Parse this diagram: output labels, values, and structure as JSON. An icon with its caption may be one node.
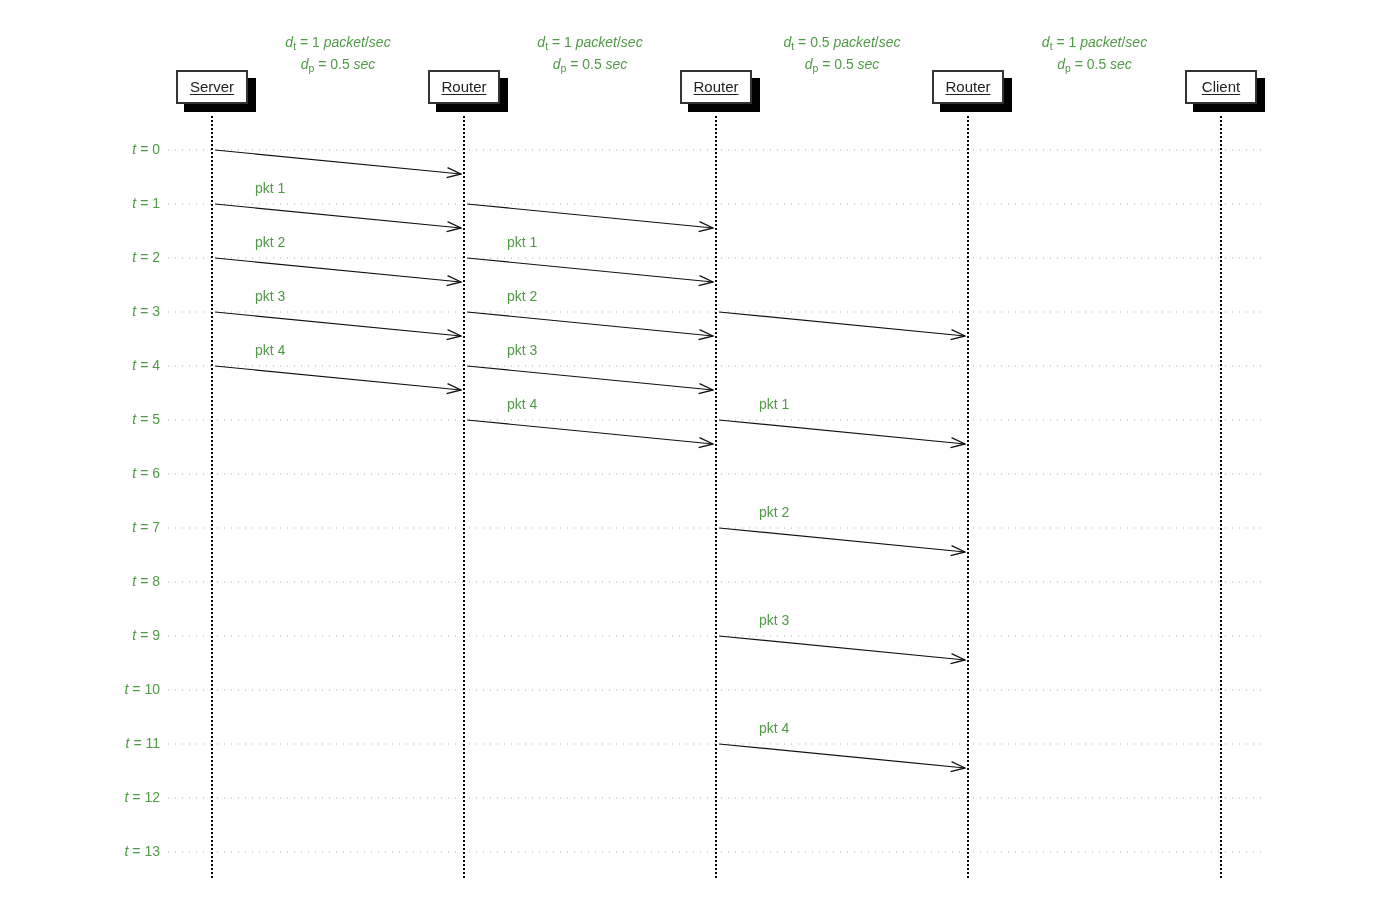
{
  "diagram": {
    "nodes": [
      {
        "text": [
          "Server"
        ]
      },
      {
        "text": [
          "Router"
        ]
      },
      {
        "text": [
          "Router"
        ]
      },
      {
        "text": [
          "Router"
        ]
      },
      {
        "text": [
          "Client"
        ]
      },
      {
        "text": [],
        "shape": "line"
      },
      {
        "text": [],
        "shape": "line"
      },
      {
        "text": [],
        "shape": "line"
      },
      {
        "text": [],
        "shape": "line"
      },
      {
        "text": [],
        "shape": "line"
      }
    ],
    "edges": [
      {
        "from": 5,
        "to": 6,
        "arrow": "to"
      },
      {
        "from": 5,
        "to": 6,
        "arrow": "to",
        "label": "pkt 1"
      },
      {
        "from": 5,
        "to": 6,
        "arrow": "to",
        "label": "pkt 2"
      },
      {
        "from": 5,
        "to": 6,
        "arrow": "to",
        "label": "pkt 3"
      },
      {
        "from": 5,
        "to": 6,
        "arrow": "to",
        "label": "pkt 4"
      },
      {
        "from": 6,
        "to": 7,
        "arrow": "to"
      },
      {
        "from": 6,
        "to": 7,
        "arrow": "to",
        "label": "pkt 1"
      },
      {
        "from": 6,
        "to": 7,
        "arrow": "to",
        "label": "pkt 2"
      },
      {
        "from": 6,
        "to": 7,
        "arrow": "to",
        "label": "pkt 3"
      },
      {
        "from": 6,
        "to": 7,
        "arrow": "to",
        "label": "pkt 4"
      },
      {
        "from": 7,
        "to": 8,
        "arrow": "to"
      },
      {
        "from": 7,
        "to": 8,
        "arrow": "to",
        "label": "pkt 1"
      },
      {
        "from": 7,
        "to": 8,
        "arrow": "to",
        "label": "pkt 2"
      },
      {
        "from": 7,
        "to": 8,
        "arrow": "to",
        "label": "pkt 3"
      },
      {
        "from": 7,
        "to": 8,
        "arrow": "to",
        "label": "pkt 4"
      }
    ],
    "labels": [
      "*d*$_{t}$ = 1 *packet*/*sec*",
      "*d*$_{t}$ = 1 *packet*/*sec*",
      "*d*$_{t}$ = 0.5 *packet*/*sec*",
      "*d*$_{t}$ = 1 *packet*/*sec*",
      "*d*$_{p}$ = 0.5 *sec*",
      "*d*$_{p}$ = 0.5 *sec*",
      "*d*$_{p}$ = 0.5 *sec*",
      "*d*$_{p}$ = 0.5 *sec*",
      "*t* = 0",
      "*t* = 1",
      "*t* = 2",
      "*t* = 3",
      "*t* = 4",
      "*t* = 5",
      "*t* = 6",
      "*t* = 7",
      "*t* = 8",
      "*t* = 9",
      "*t* = 10",
      "*t* = 11",
      "*t* = 12",
      "*t* = 13"
    ]
  }
}
